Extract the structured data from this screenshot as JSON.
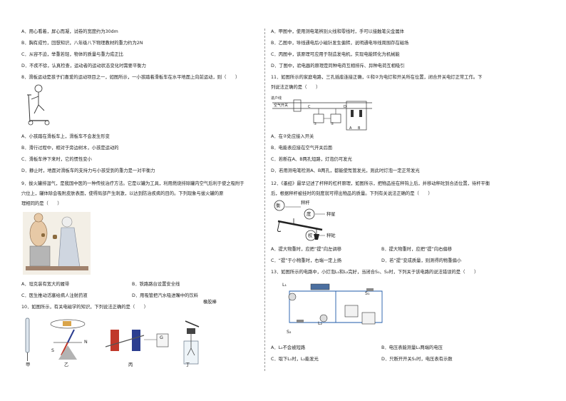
{
  "left": {
    "q7_options": [
      "A．用心看着，屏心而凝，试卷的宽度约为30dm",
      "B．胸有成竹，回想知识，八年级八下物理教材的重力约为2N",
      "C．从容不迫，举重若轻，物体的质量与重力成正比",
      "D．不疾不徐，认真检查，运动者的运动状态变化时需要平衡力"
    ],
    "q8_stem": "8．滑板运动是孩子们喜爱的运动项目之一，如图所示，一小孩踏着滑板车在水平地面上向前运动，则（　　）",
    "q8_options": [
      "A．小孩踏在滑板车上，滑板车不会发生形变",
      "B．滑行过程中，相对于旁边树木，小孩是运动的",
      "C．滑板车停下来时，它的惯性变小",
      "D．静止时，地面对滑板车的支持力与小孩受到的重力是一对平衡力"
    ],
    "q9_stem_lines": [
      "9．拔火罐排湿气，是我国中医的一种传统治疗方法。它是以罐为工具，利用燃烧排除罐内空气后利于使之吸附于",
      "穴位上，罐体除会吸附皮肤表面，使得局部产生刺激，以达到防治疾病的目的。下列现象与拔火罐的原",
      "理相同的是（　　）"
    ],
    "q9_options": [
      "A．坦克装有宽大的履带",
      "B．铁路路台设置安全线",
      "C．医生推动活塞给病人注射药液",
      "D．用吸管把汽水吸进嘴中的饮料"
    ],
    "q10_stem": "10．如图所示，有关电磁学的知识，下列说法正确的是（　　）",
    "q10_fig_labels": [
      "甲",
      "乙",
      "丙",
      "丁",
      "橡胶棒",
      "S",
      "N",
      "G"
    ]
  },
  "right": {
    "q10_options": [
      "A．甲图中，使用测电笔辨别火线和零线时，手可以接触笔尖金属体",
      "B．乙图中，导线通电后小磁针发生偏转，说明通电导线周围存在磁场",
      "C．丙图中，该原理可应用于制造发电机，实现电能转化为机械能",
      "D．丁图中，验电器的原理是同种电荷互相排斥、异种电荷互相吸引"
    ],
    "q11_stem_lines": [
      "11．如图所示的家庭电路，三孔插座连接正确，①和②为电灯和开关所在位置，闭合开关电灯正常工作。下",
      "列说法正确的是（　　）"
    ],
    "q11_fig_labels": [
      "进户线",
      "空气开关",
      "C",
      "D",
      "①",
      "②",
      "A",
      "B"
    ],
    "q11_options": [
      "A．在②处应接入开关",
      "B．电能表应接在空气开关后面",
      "C．若断在A、B两孔短路，灯泡仍可发光",
      "D．若用测电笔检测A、B两孔，都能使氖管发光，则此时灯泡一定正常发光"
    ],
    "q12_stem_lines": [
      "12．《墨经》最早记述了杆秤的杠杆原理，如图所示，把物品挂在秤钩上后，并移动秤砣到合适位置，待杆平衡",
      "后，根据秤杆被挂时的刻度就可得出物品的质量。下列有关说法正确的是（　　）"
    ],
    "q12_fig_labels": [
      "衡",
      "秤杆",
      "度",
      "秤星",
      "权",
      "秤砣"
    ],
    "q12_options": [
      "A．提大物重时，应把“提”向左调移",
      "B．提大物重时，应把“提”向右偏移",
      "C．“提”于小物重时，右端一定上扬",
      "D．若“提”变成质量，则测得的物重偏小"
    ],
    "q13_stem": "13．如图所示的电路中，小灯泡L₁和L₂完好，当闭合S₁、S₂时，下列关于该电路的说法错误的是（　　）",
    "q13_fig_labels": [
      "L₁",
      "S₁",
      "L₂",
      "S₂"
    ],
    "q13_options": [
      "A．L₂不会被短路",
      "B．电压表能测量L₁两端的电压",
      "C．取下L₁时，L₂能发光",
      "D．只断开开关S₁时，电压表有示数"
    ]
  }
}
